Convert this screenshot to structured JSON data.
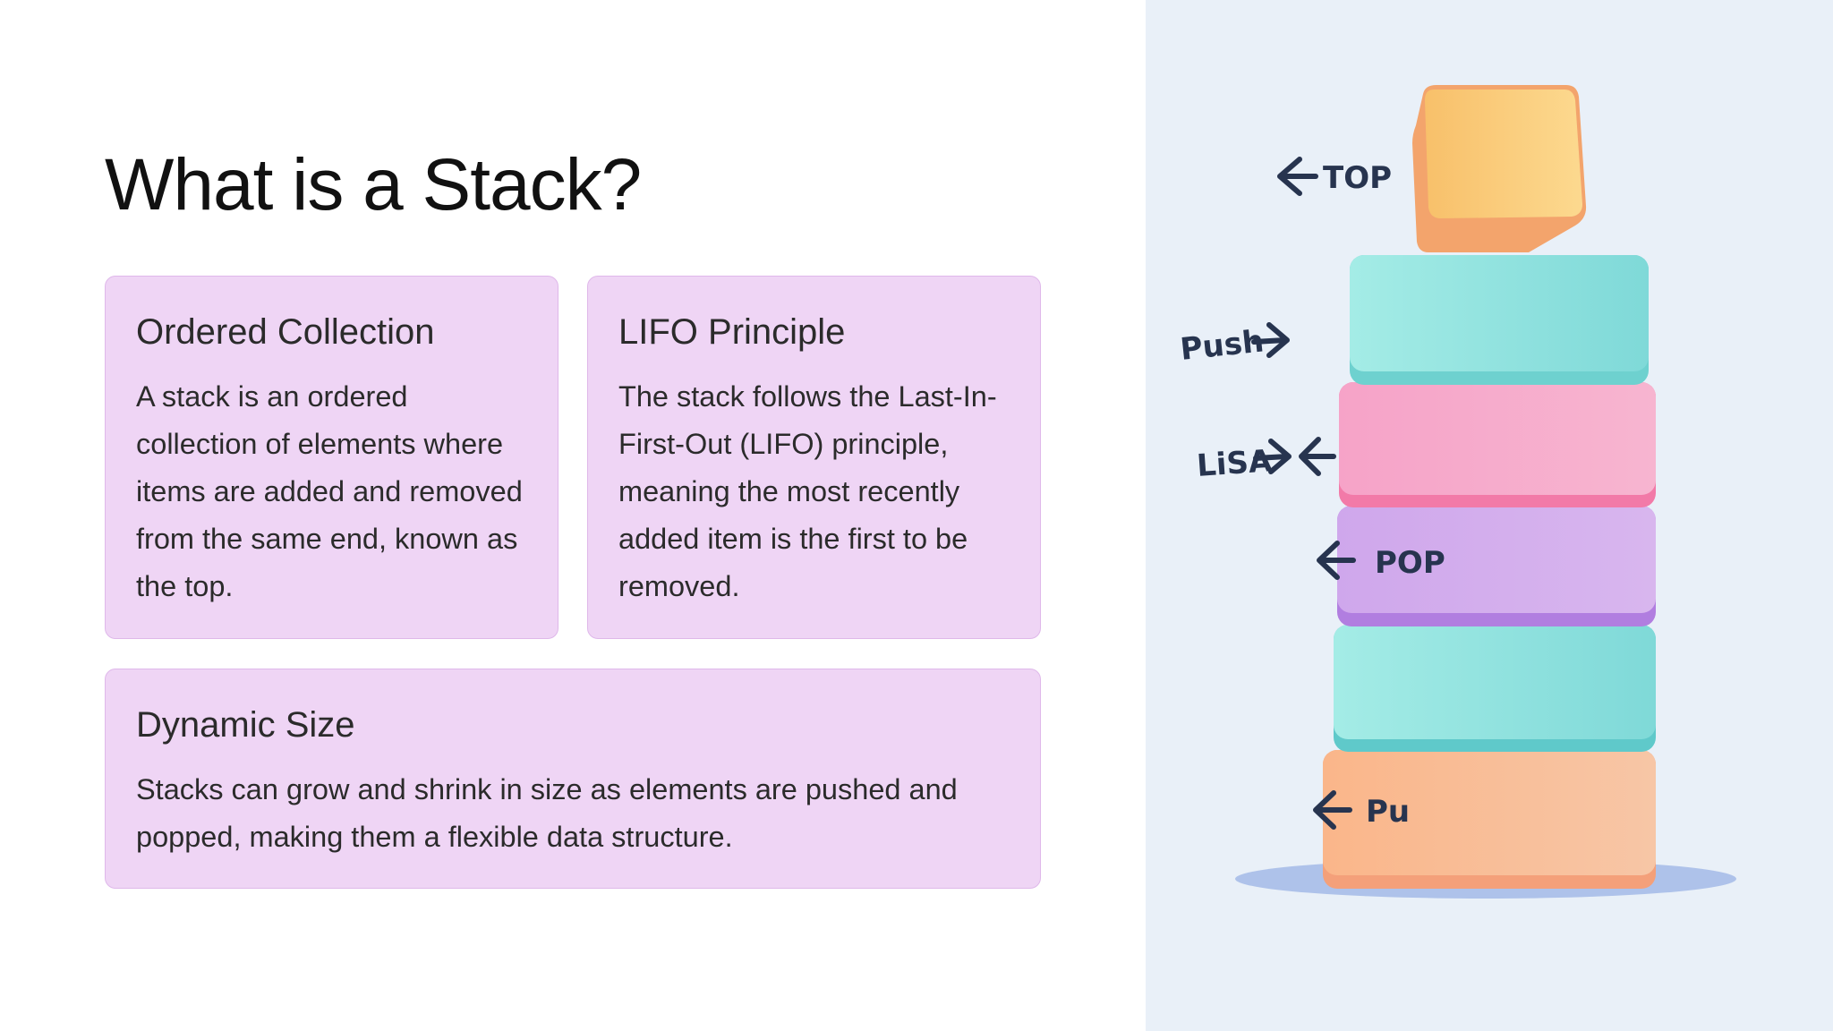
{
  "slide": {
    "title": "What is a Stack?"
  },
  "cards": [
    {
      "title": "Ordered Collection",
      "text": "A stack is an ordered collection of elements where items are added and removed from the same end, known as the top."
    },
    {
      "title": "LIFO Principle",
      "text": "The stack follows the Last-In-First-Out (LIFO) principle, meaning the most recently added item is the first to be removed."
    },
    {
      "title": "Dynamic Size",
      "text": "Stacks can grow and shrink in size as elements are pushed and popped, making them a flexible data structure."
    }
  ],
  "illustration": {
    "labels": {
      "top": "TOP",
      "push": "Push",
      "lisa": "LiSA",
      "pop": "POP",
      "pu": "Pu"
    },
    "block_colors": [
      "#f9c774",
      "#8fe2de",
      "#f7a2c8",
      "#d3acec",
      "#8fe2de",
      "#f9bc8e"
    ]
  }
}
